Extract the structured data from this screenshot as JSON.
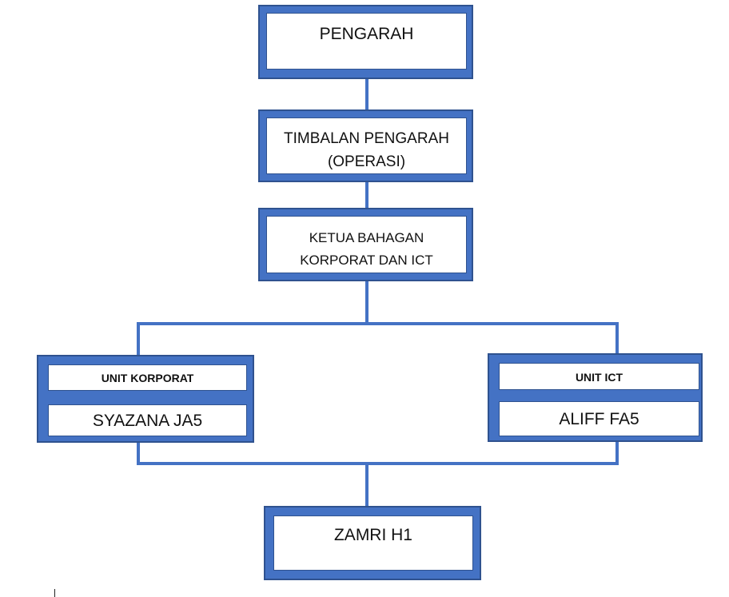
{
  "colors": {
    "box_fill": "#4472C4",
    "box_border": "#2F528F",
    "connector": "#4472C4",
    "inner_fill": "#ffffff",
    "text": "#111111"
  },
  "nodes": {
    "pengarah": {
      "title": "PENGARAH"
    },
    "timbalan": {
      "line1": "TIMBALAN PENGARAH",
      "line2": "(OPERASI)"
    },
    "ketua": {
      "line1": "KETUA BAHAGAN",
      "line2": "KORPORAT DAN ICT"
    },
    "unit_korporat": {
      "title": "UNIT KORPORAT",
      "member": "SYAZANA JA5"
    },
    "unit_ict": {
      "title": "UNIT ICT",
      "member": "ALIFF FA5"
    },
    "zamri": {
      "title": "ZAMRI H1"
    }
  }
}
